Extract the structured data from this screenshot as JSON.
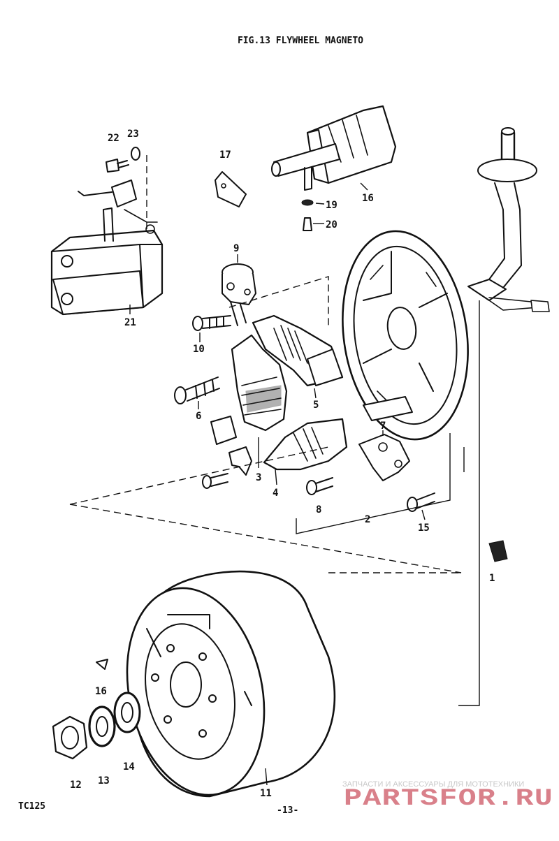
{
  "title": "FIG.13  FLYWHEEL MAGNETO",
  "model": "TC125",
  "page_number": "-13-",
  "watermark": {
    "caption": "ЗАПЧАСТИ И АКСЕССУАРЫ ДЛЯ МОТОТЕХНИКИ",
    "logo": "PARTSFOR.RU",
    "color": "#d9808a"
  },
  "callouts": {
    "c1": "1",
    "c2": "2",
    "c3": "3",
    "c4": "4",
    "c5": "5",
    "c6": "6",
    "c7": "7",
    "c8": "8",
    "c9": "9",
    "c10": "10",
    "c11": "11",
    "c12": "12",
    "c13": "13",
    "c14": "14",
    "c15": "15",
    "c16": "16",
    "c16b": "16",
    "c17": "17",
    "c19": "19",
    "c20": "20",
    "c21": "21",
    "c22": "22",
    "c23": "23"
  }
}
